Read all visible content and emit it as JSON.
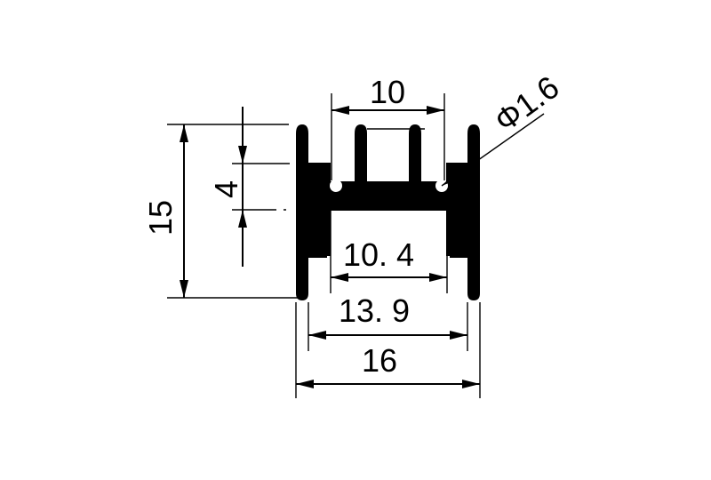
{
  "drawing": {
    "colors": {
      "ink": "#000000",
      "paper": "#ffffff"
    },
    "dimensions": {
      "top_width": "10",
      "hole_diameter": "Φ1.6",
      "height": "15",
      "fin_depth": "4",
      "inner_width": "10. 4",
      "mid_width": "13. 9",
      "overall_width": "16"
    }
  }
}
